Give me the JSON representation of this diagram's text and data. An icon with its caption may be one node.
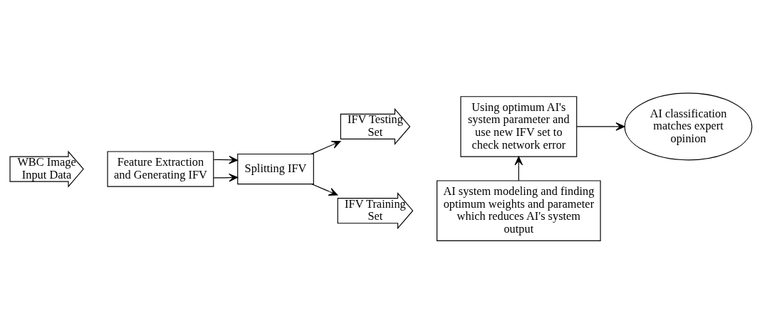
{
  "diagram": {
    "nodes": [
      {
        "text": [
          "WBC Image Input Data"
        ]
      },
      {
        "text": [
          "Feature Extraction and Generating IFV"
        ]
      },
      {
        "text": [
          "Splitting IFV"
        ]
      },
      {
        "text": [
          "IFV Testing Set"
        ]
      },
      {
        "text": [
          "IFV Training Set"
        ]
      },
      {
        "text": [
          "Using optimum AI's system parameter and use new IFV set to check network error"
        ]
      },
      {
        "text": [
          "AI classification matches expert opinion"
        ]
      },
      {
        "text": [
          "AI system modeling and finding optimum weights and parameter which reduces AI's system output"
        ]
      }
    ],
    "edges": [
      {
        "from": 1,
        "to": 2,
        "arrow": "to"
      },
      {
        "from": 1,
        "to": 2,
        "arrow": "to"
      },
      {
        "from": 2,
        "to": 3,
        "arrow": "to"
      },
      {
        "from": 2,
        "to": 4,
        "arrow": "to"
      },
      {
        "from": 5,
        "to": 6,
        "arrow": "to"
      },
      {
        "from": 7,
        "to": 5,
        "arrow": "to"
      }
    ]
  }
}
